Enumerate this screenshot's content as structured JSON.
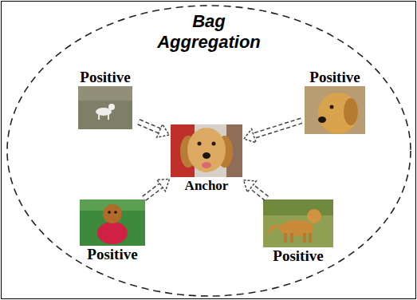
{
  "diagram": {
    "nodes": [
      {
        "text": [
          "Bag Aggregation"
        ]
      },
      {
        "text": [
          "Positive"
        ],
        "in": 0
      },
      {
        "text": [
          "Positive"
        ],
        "in": 0
      },
      {
        "text": [
          "Anchor"
        ],
        "in": 0
      },
      {
        "text": [
          "Positive"
        ],
        "in": 0
      },
      {
        "text": [
          "Positive"
        ],
        "in": 0
      }
    ],
    "edges": [
      {
        "from": 1,
        "to": 3,
        "arrow": "to"
      },
      {
        "from": 2,
        "to": 3,
        "arrow": "to"
      },
      {
        "from": 4,
        "to": 3,
        "arrow": "to"
      },
      {
        "from": 5,
        "to": 3,
        "arrow": "to"
      }
    ]
  }
}
